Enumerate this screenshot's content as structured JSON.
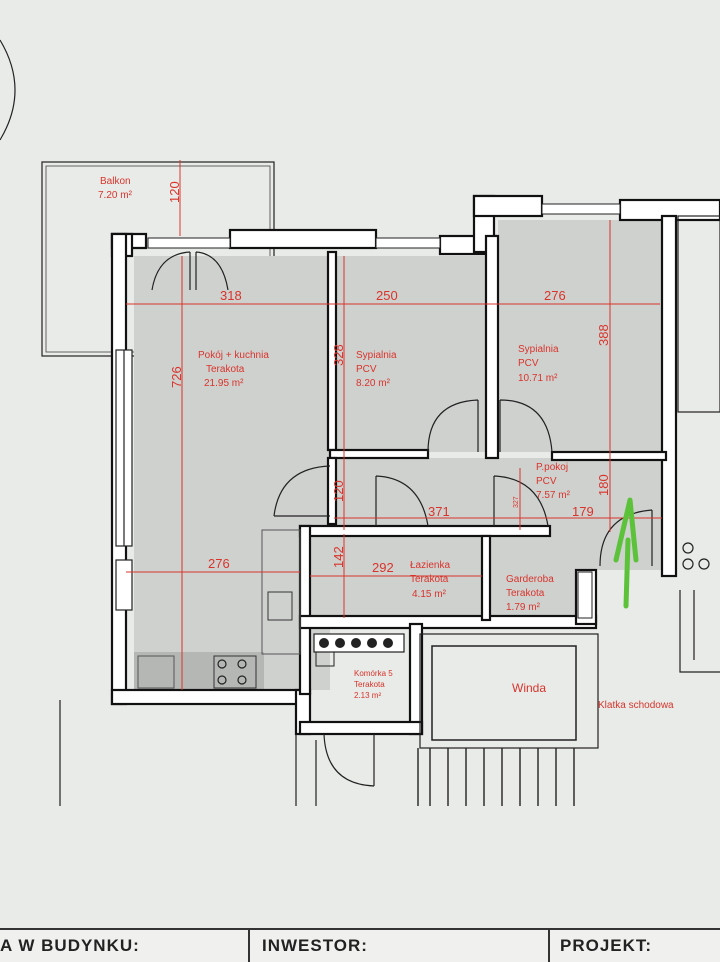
{
  "rooms": {
    "balkon": {
      "name": "Balkon",
      "area": "7.20 m²"
    },
    "living": {
      "name": "Pokój + kuchnia",
      "floor": "Terakota",
      "area": "21.95 m²"
    },
    "bedroom1": {
      "name": "Sypialnia",
      "floor": "PCV",
      "area": "8.20 m²"
    },
    "bedroom2": {
      "name": "Sypialnia",
      "floor": "PCV",
      "area": "10.71 m²"
    },
    "hall": {
      "name": "P.pokoj",
      "floor": "PCV",
      "area": "7.57 m²"
    },
    "bathroom": {
      "name": "Łazienka",
      "floor": "Terakota",
      "area": "4.15 m²"
    },
    "wardrobe": {
      "name": "Garderoba",
      "floor": "Terakota",
      "area": "1.79 m²"
    },
    "storage": {
      "name": "Komórka 5",
      "floor": "Terakota",
      "area": "2.13 m²"
    },
    "elevator": {
      "name": "Winda"
    },
    "stairs": {
      "name": "Klatka schodowa"
    }
  },
  "dimensions": {
    "balkon_depth": "120",
    "living_width": "318",
    "bedroom1_width": "250",
    "bedroom2_width": "276",
    "living_length": "726",
    "bedroom1_depth": "328",
    "bedroom2_depth": "388",
    "hall_gap": "120",
    "hall_length": "371",
    "hall_right": "179",
    "hall_depth": "180",
    "hall_small": "327",
    "kitchen_width": "276",
    "bathroom_depth": "142",
    "bathroom_width": "292"
  },
  "title_block": {
    "left": "A W BUDYNKU:",
    "middle": "INWESTOR:",
    "right": "PROJEKT:"
  },
  "colors": {
    "annotation": "#d9342b",
    "room_fill": "#cfd1cf",
    "marker": "#5cc23a"
  }
}
